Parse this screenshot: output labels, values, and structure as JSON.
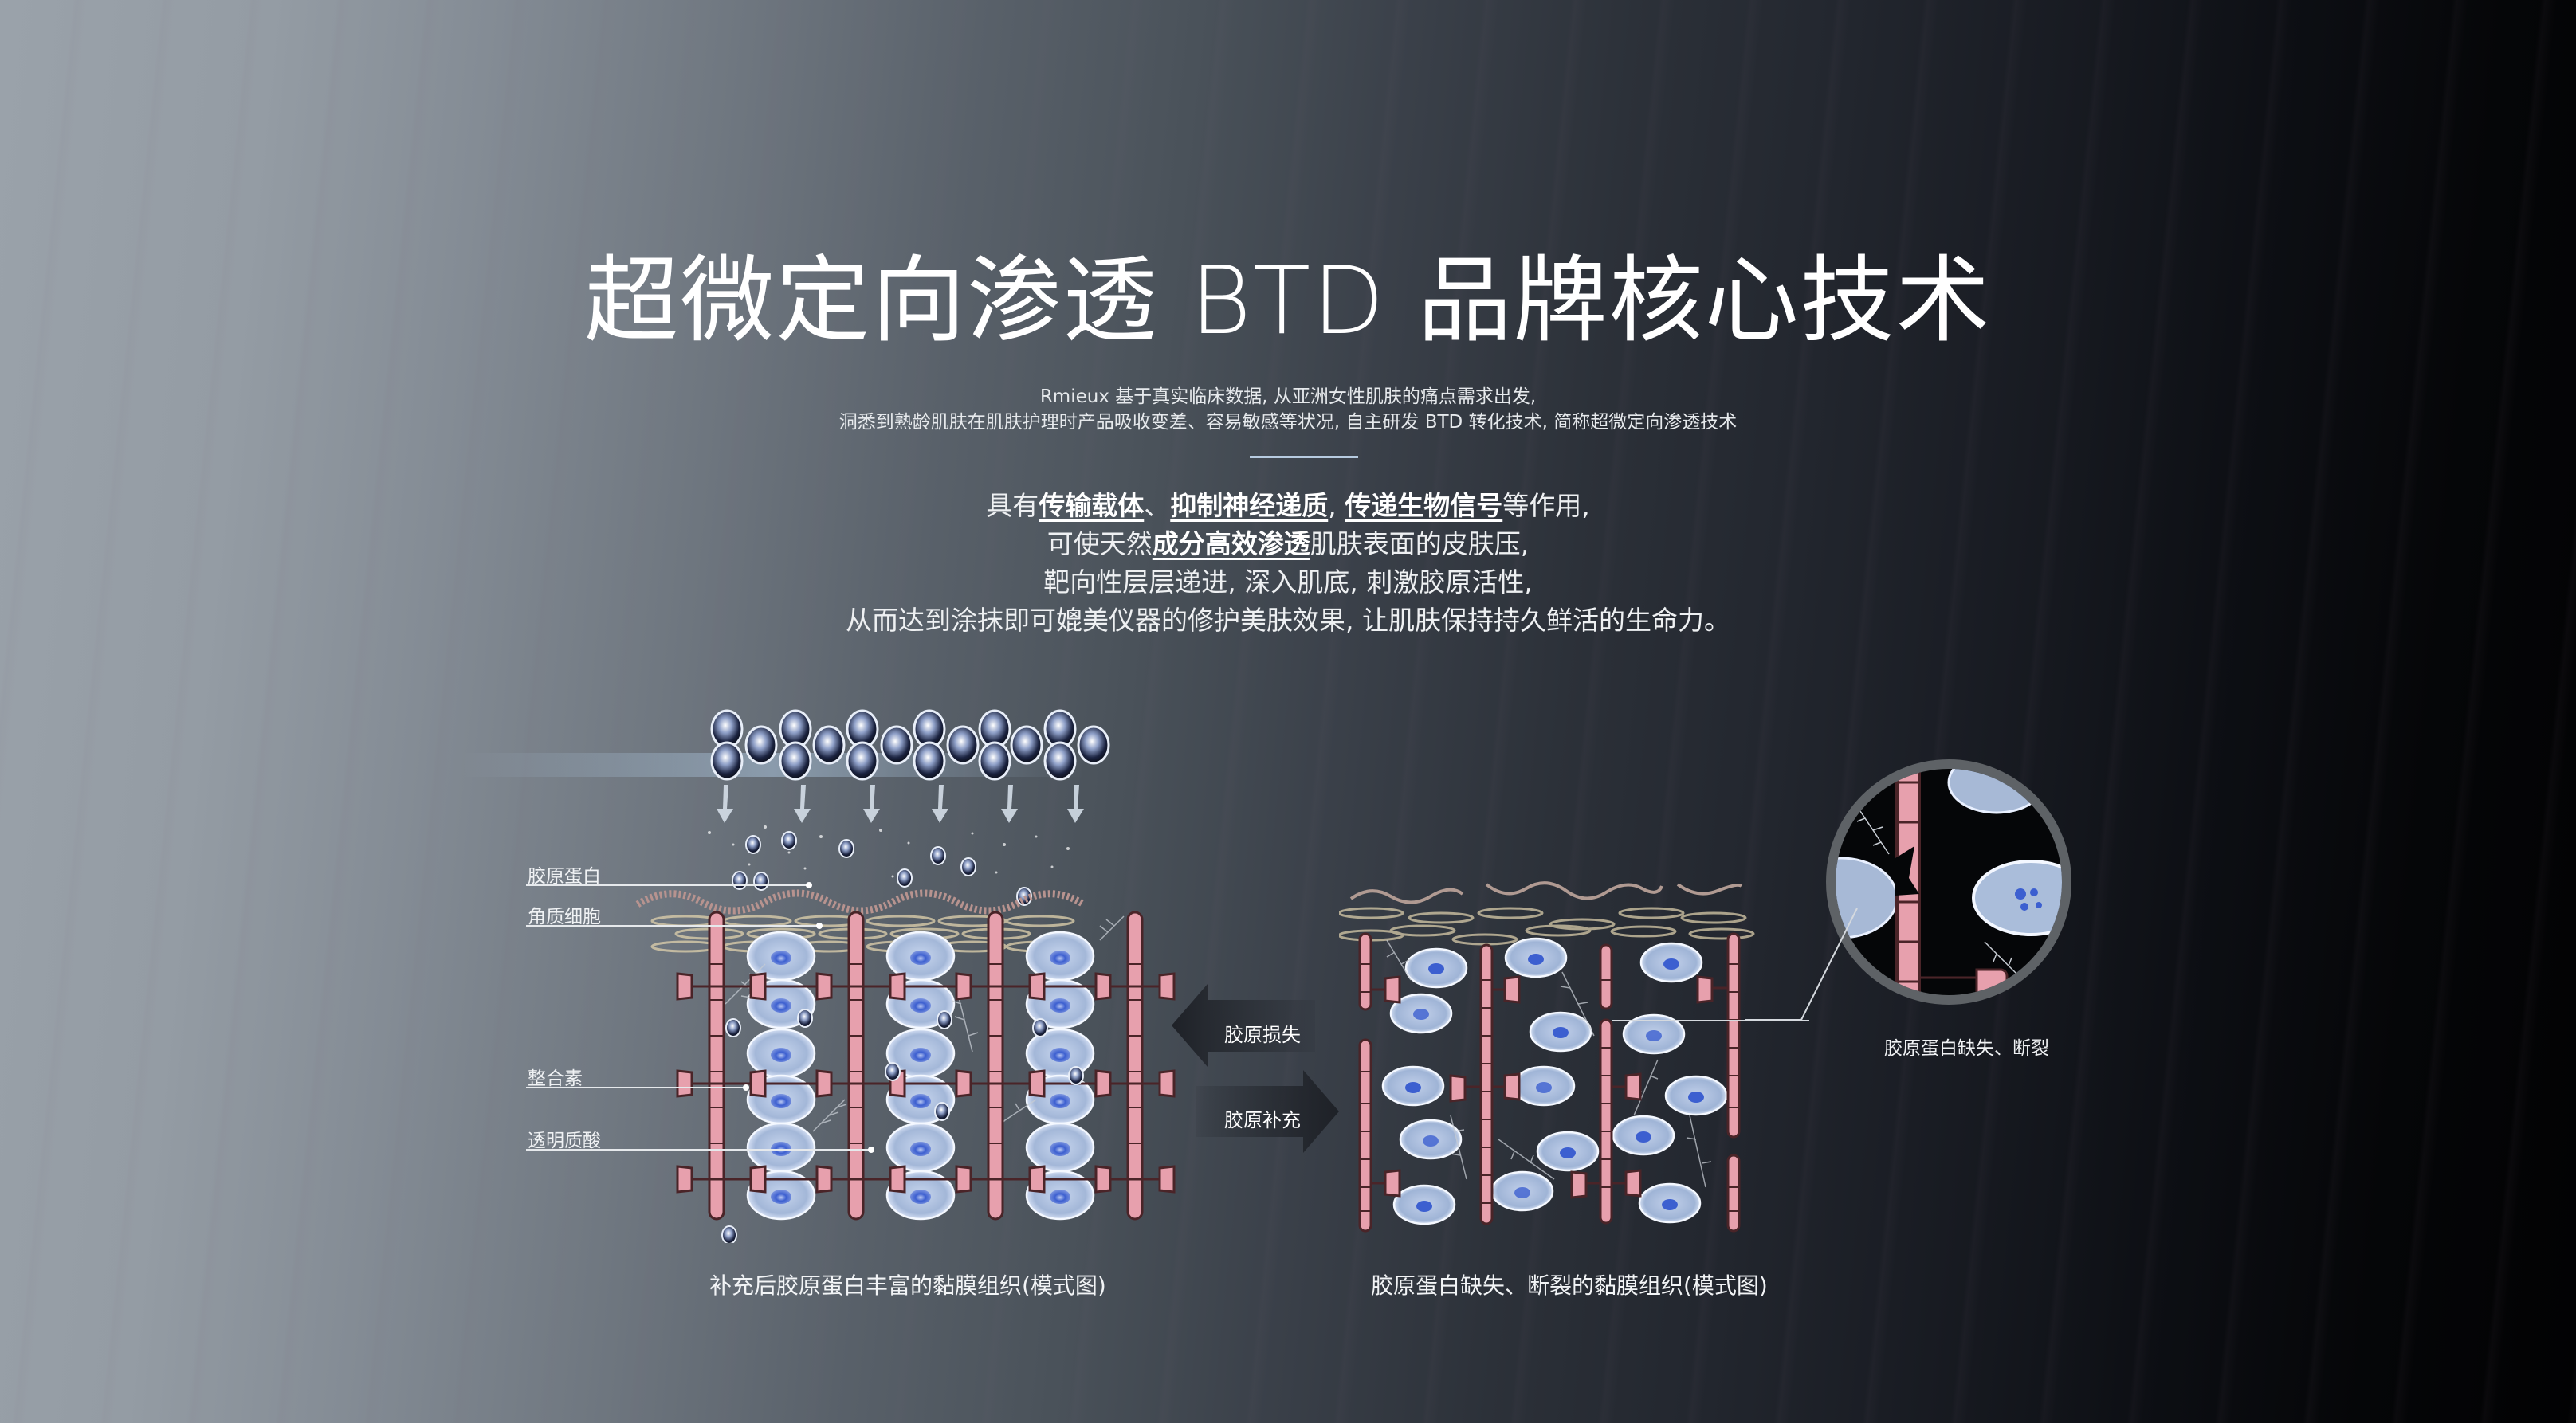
{
  "header": {
    "title": "超微定向渗透 BTD 品牌核心技术",
    "subtitle_lines": [
      "Rmieux 基于真实临床数据, 从亚洲女性肌肤的痛点需求出发,",
      "洞悉到熟龄肌肤在肌肤护理时产品吸收变差、容易敏感等状况, 自主研发 BTD 转化技术, 简称超微定向渗透技术"
    ]
  },
  "body": {
    "line1": {
      "prefix": "具有",
      "bold1": "传输载体",
      "sep1": "、",
      "bold2": "抑制神经递质",
      "sep2": ", ",
      "bold3": "传递生物信号",
      "suffix": "等作用,"
    },
    "line2": {
      "prefix": "可使天然",
      "bold1": "成分高效渗透",
      "suffix": "肌肤表面的皮肤压,"
    },
    "line3": "靶向性层层递进, 深入肌底, 刺激胶原活性,",
    "line4": "从而达到涂抹即可媲美仪器的修护美肤效果, 让肌肤保持持久鲜活的生命力。"
  },
  "diagram_left": {
    "labels": [
      "胶原蛋白",
      "角质细胞",
      "整合素",
      "透明质酸"
    ],
    "caption": "补充后胶原蛋白丰富的黏膜组织(模式图)"
  },
  "arrows": {
    "loss": "胶原损失",
    "supplement": "胶原补充"
  },
  "diagram_right": {
    "callout": "胶原蛋白缺失、断裂",
    "caption": "胶原蛋白缺失、断裂的黏膜组织(模式图)"
  },
  "colors": {
    "collagen_pink": "#e7a0ad",
    "cell_blue": "#a9bddb",
    "nucleus_blue": "#3c5fd0",
    "divider": "#b7cbe0"
  }
}
